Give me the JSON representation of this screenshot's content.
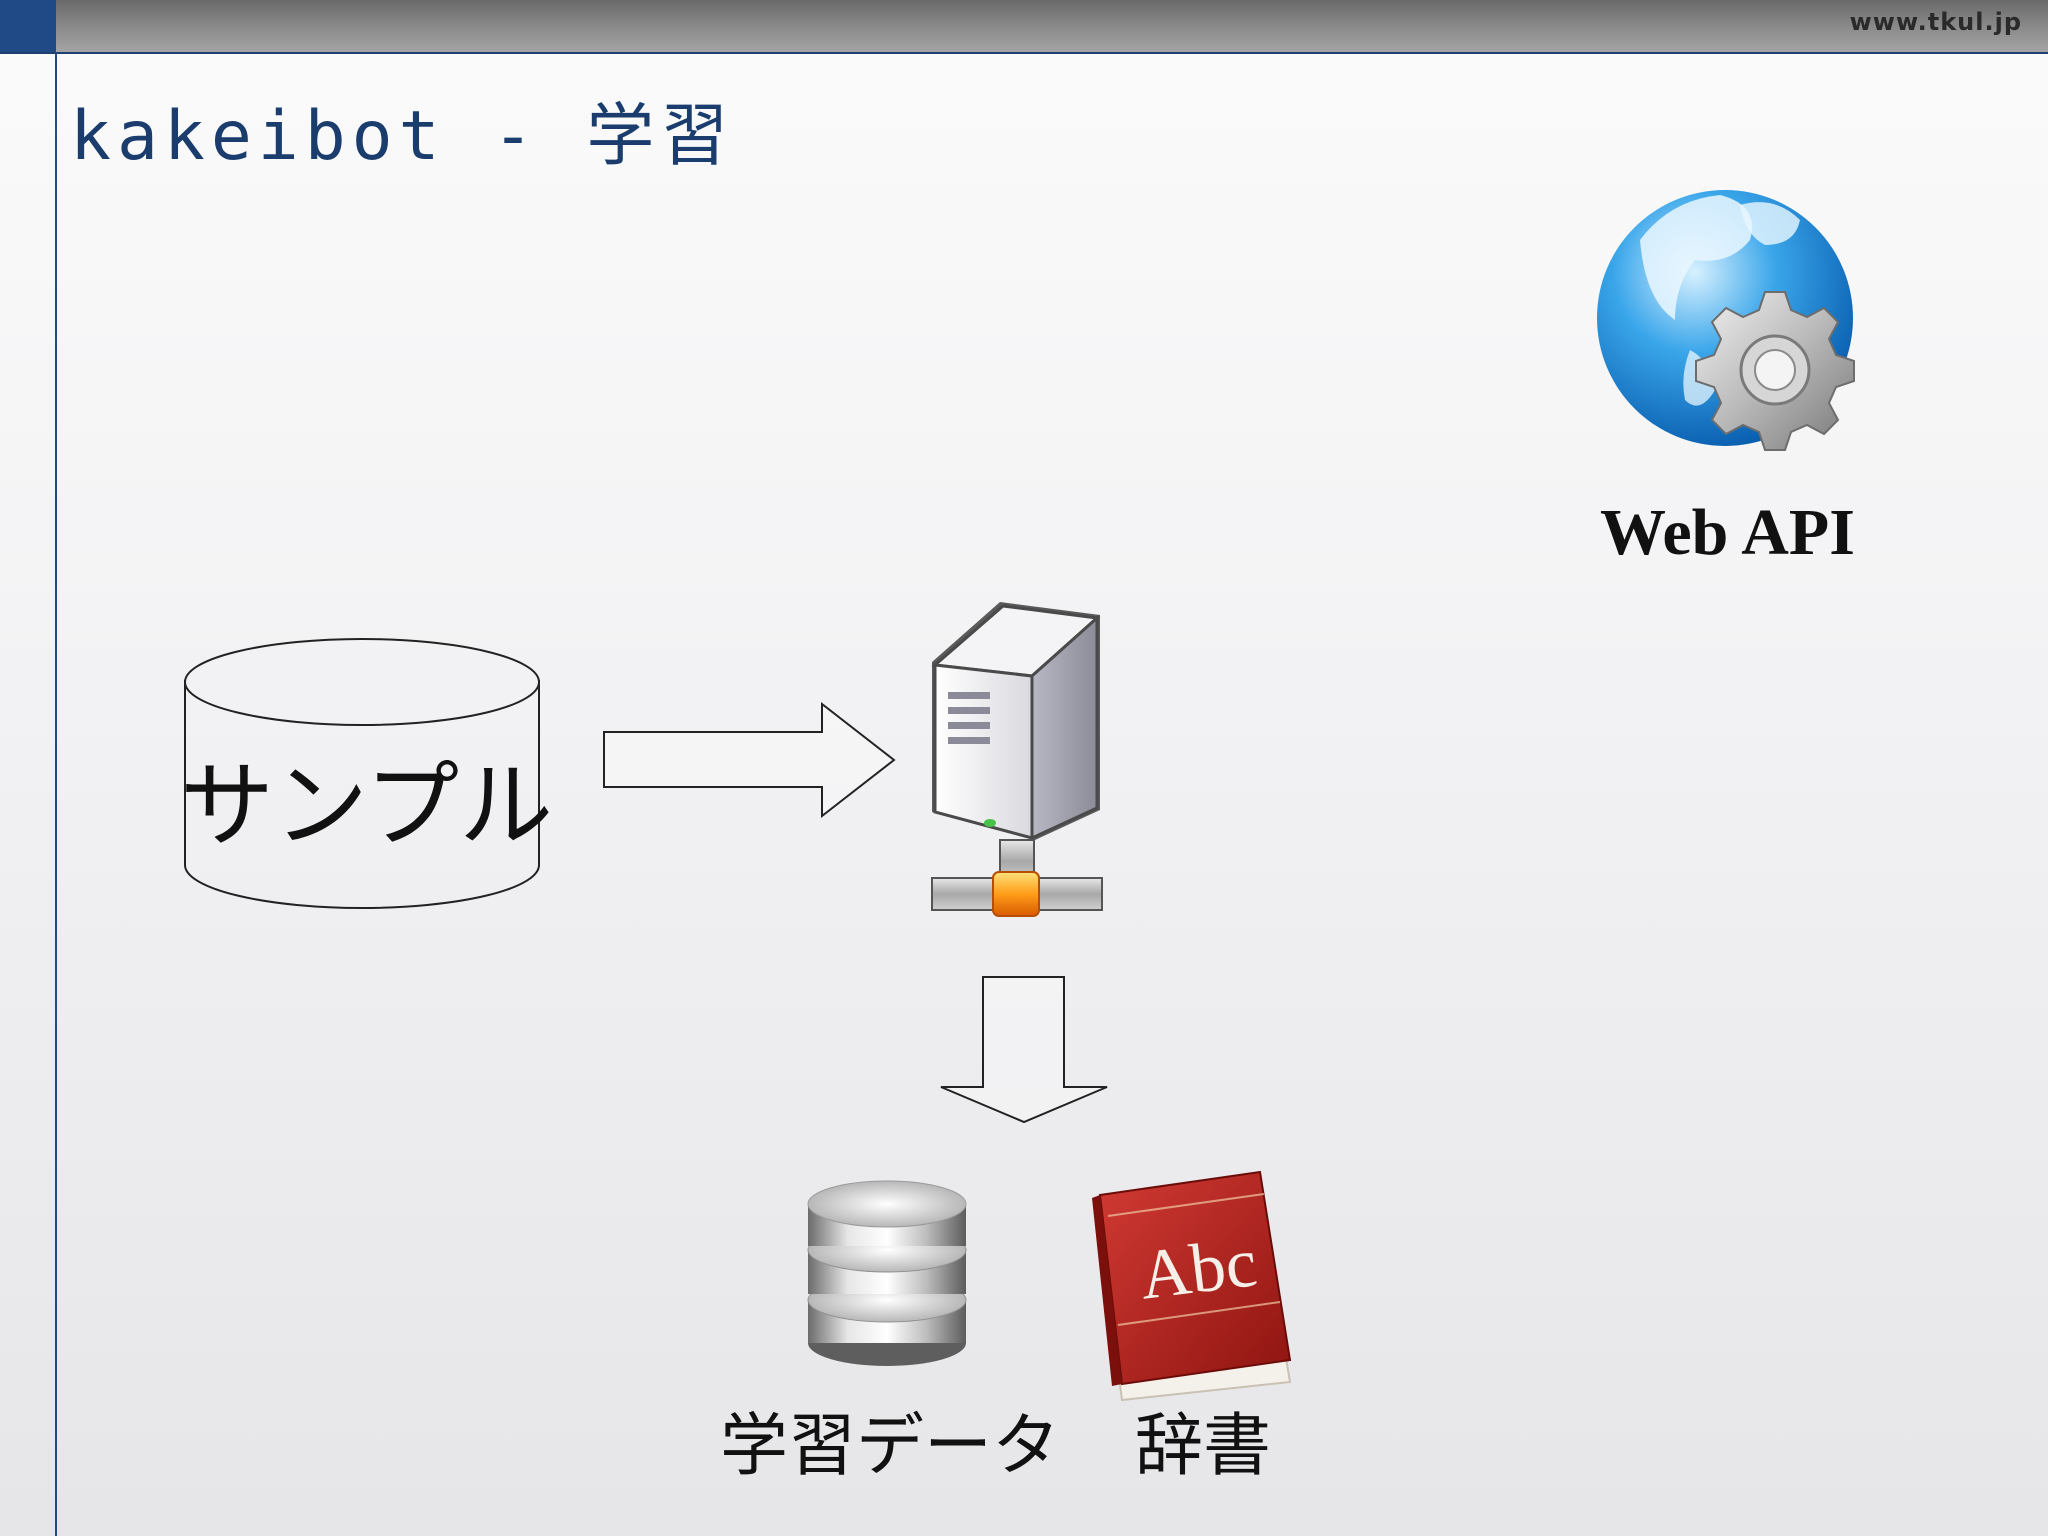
{
  "header": {
    "site_url": "www.tkul.jp",
    "accent_color": "#1f4a86"
  },
  "slide": {
    "title": "kakeibot - 学習"
  },
  "diagram": {
    "web_api_label": "Web API",
    "sample_label": "サンプル",
    "learning_data_label": "学習データ",
    "dictionary_label": "辞書",
    "dictionary_cover_text": "Abc",
    "icons": [
      "globe-gear-icon",
      "server-icon",
      "database-icon",
      "dictionary-book-icon"
    ]
  }
}
